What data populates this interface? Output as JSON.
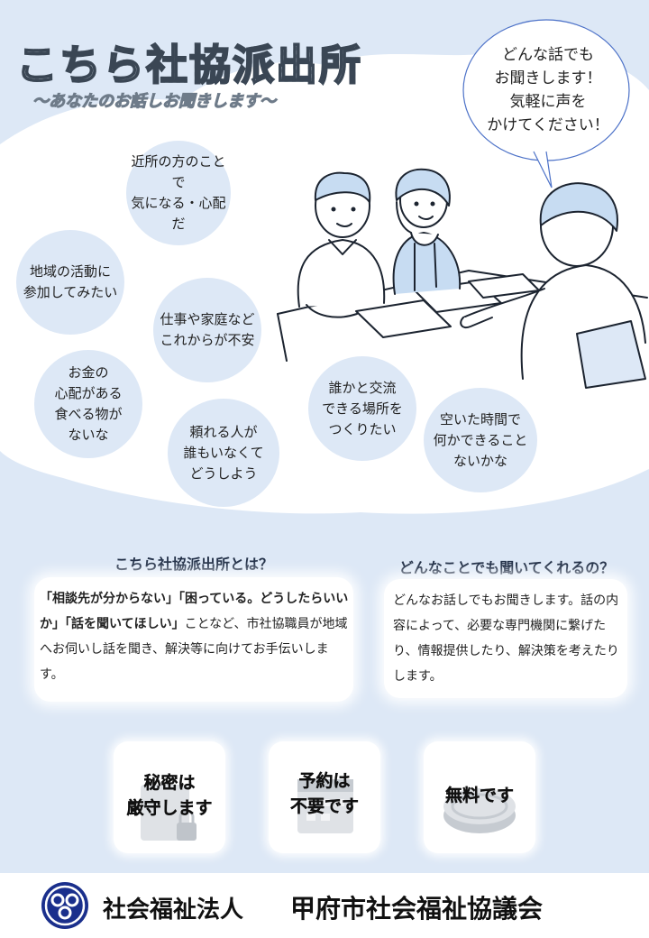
{
  "header": {
    "title": "こちら社協派出所",
    "subtitle": "〜あなたのお話しお聞きします〜"
  },
  "speech_bubble": {
    "lines": [
      "どんな話でも",
      "お聞きします！",
      "気軽に声を",
      "かけてください！"
    ]
  },
  "topics": [
    {
      "id": "neighbors",
      "text": "近所の方のことで\n気になる・心配だ"
    },
    {
      "id": "community",
      "text": "地域の活動に\n参加してみたい"
    },
    {
      "id": "work-family",
      "text": "仕事や家庭など\nこれからが不安"
    },
    {
      "id": "money-food",
      "text": "お金の\n心配がある\n食べる物が\nないな"
    },
    {
      "id": "no-one",
      "text": "頼れる人が\n誰もいなくて\nどうしよう"
    },
    {
      "id": "social-place",
      "text": "誰かと交流\nできる場所を\nつくりたい"
    },
    {
      "id": "free-time",
      "text": "空いた時間で\n何かできること\nないかな"
    }
  ],
  "info_left": {
    "heading": "こちら社協派出所とは？",
    "quote": "「相談先が分からない」「困っている。どうしたらいいか」「話を聞いてほしい」",
    "body": "ことなど、市社協職員が地域へお伺いし話を聞き、解決等に向けてお手伝いします。"
  },
  "info_right": {
    "heading": "どんなことでも聞いてくれるの？",
    "body": "どんなお話しでもお聞きします。話の内容によって、必要な専門機関に繋げたり、情報提供したり、解決策を考えたりします。"
  },
  "badges": [
    {
      "id": "secret",
      "label": "秘密は\n厳守します",
      "icon": "lock-icon"
    },
    {
      "id": "no-reservation",
      "label": "予約は\n不要です",
      "icon": "calendar-icon"
    },
    {
      "id": "free",
      "label": "無料です",
      "icon": "coin-icon"
    }
  ],
  "footer": {
    "org_type": "社会福祉法人",
    "org_name": "甲府市社会福祉協議会",
    "logo_icon": "shakyo-logo-icon"
  },
  "colors": {
    "background": "#dde8f6",
    "cloud": "#ffffff",
    "line_art": "#1c2430",
    "hair_fill": "#c7dcf2",
    "heading_text": "#1f2d45"
  }
}
